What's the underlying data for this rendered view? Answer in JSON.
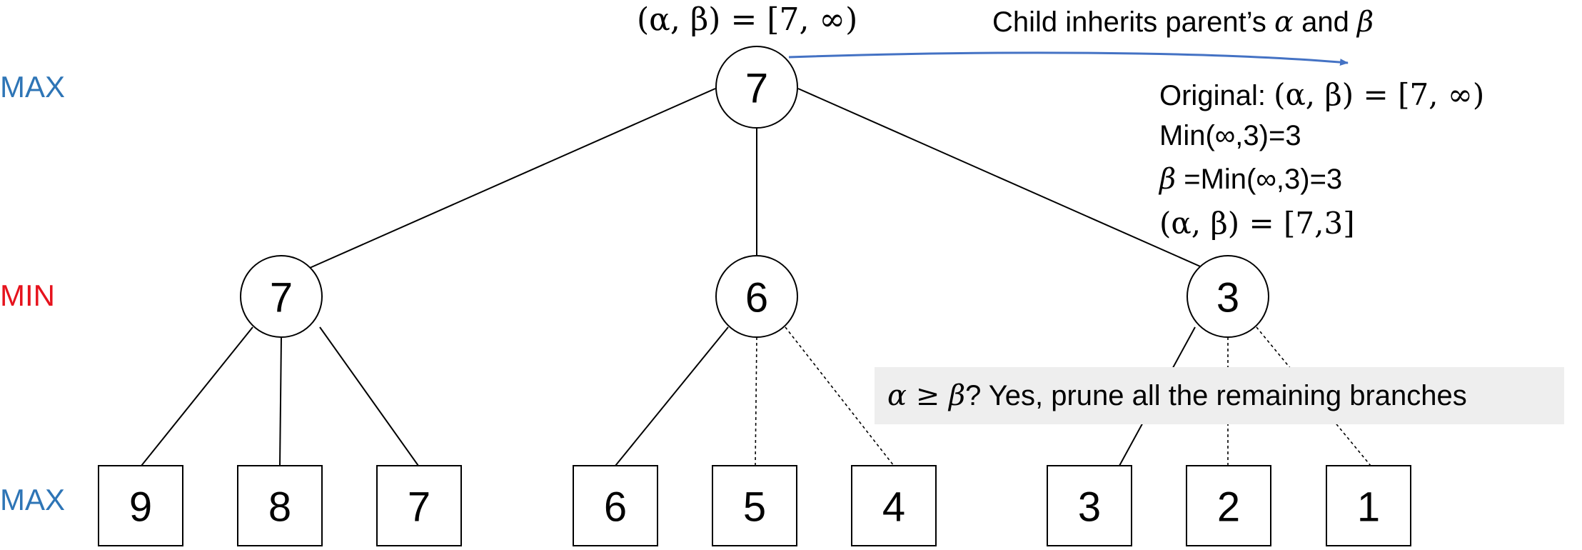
{
  "levels": {
    "max_top": "MAX",
    "min": "MIN",
    "max_bottom": "MAX"
  },
  "colors": {
    "max_label": "#2e75b6",
    "min_label": "#e6131d",
    "arrow": "#4472c4",
    "callout_bg": "#eeeeee"
  },
  "root": {
    "value": "7",
    "bounds_label": "(α, β) = [7, ∞)"
  },
  "min_nodes": [
    {
      "value": "7"
    },
    {
      "value": "6"
    },
    {
      "value": "3"
    }
  ],
  "leaves": [
    {
      "value": "9"
    },
    {
      "value": "8"
    },
    {
      "value": "7"
    },
    {
      "value": "6"
    },
    {
      "value": "5"
    },
    {
      "value": "4"
    },
    {
      "value": "3"
    },
    {
      "value": "2"
    },
    {
      "value": "1"
    }
  ],
  "inherit_note": {
    "text": "Child inherits parent’s ",
    "alpha": "α",
    "and": " and ",
    "beta": "β"
  },
  "calc": {
    "line1_prefix": "Original: ",
    "line1_math": "(α, β) = [7, ∞)",
    "line2": "Min(∞,3)=3",
    "line3_beta": "β",
    "line3_rest": " =Min(∞,3)=3",
    "line4_math": "(α, β) = [7,3]"
  },
  "prune_note": {
    "math": "α ≥ β",
    "text": "? Yes, prune all the remaining branches"
  }
}
